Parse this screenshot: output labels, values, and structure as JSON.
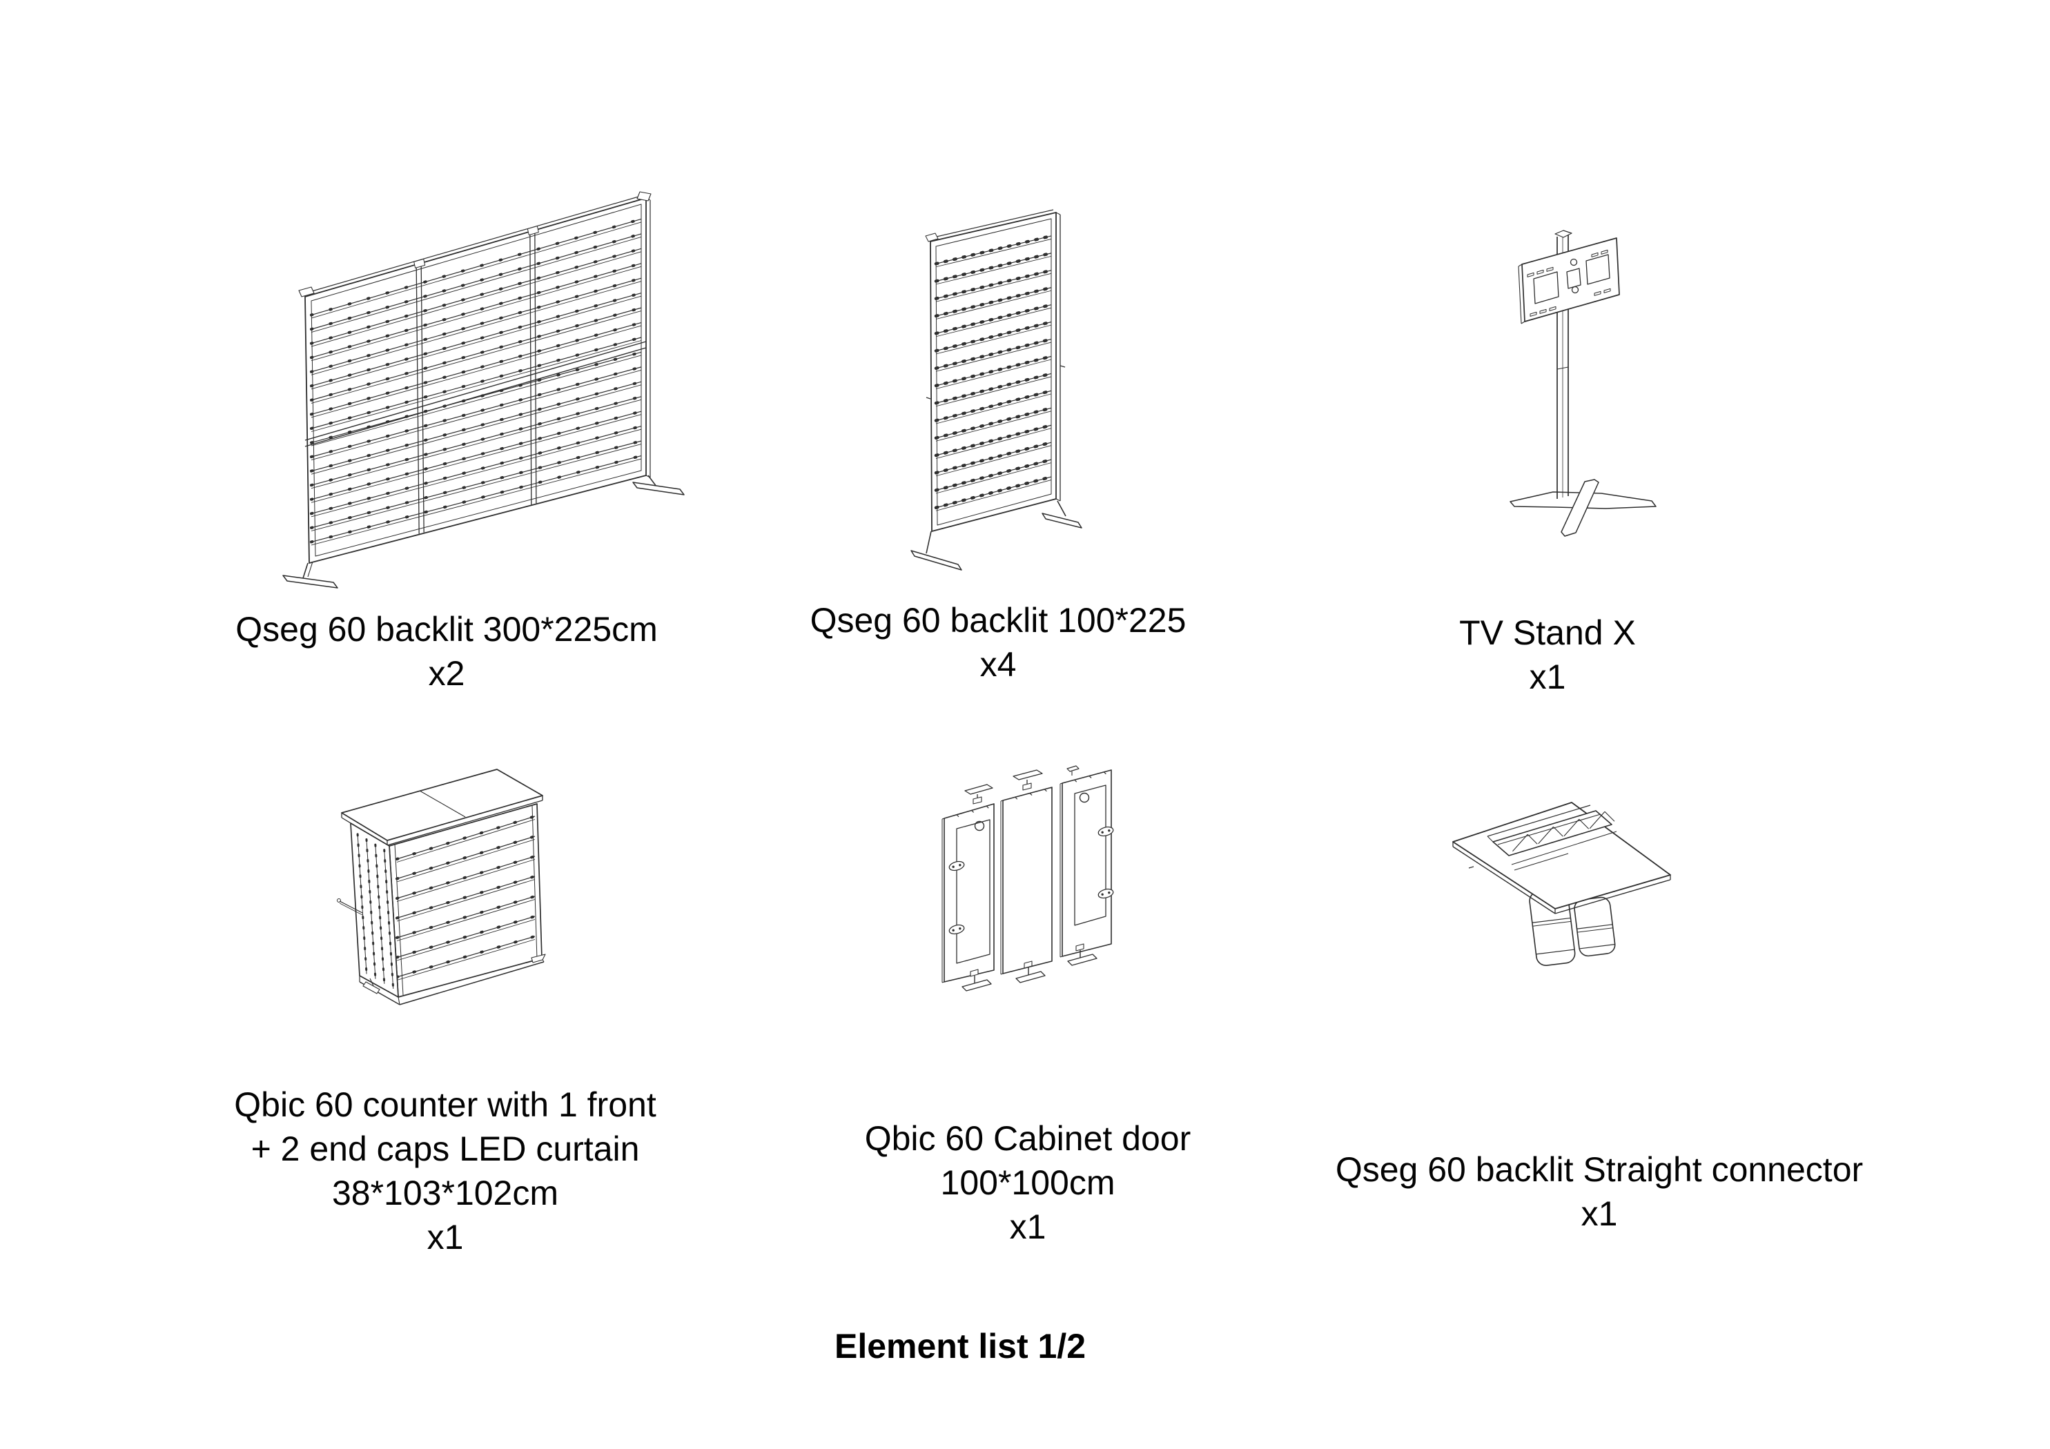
{
  "page": {
    "title": "Element list 1/2"
  },
  "items": [
    {
      "id": "qseg-300x225",
      "lines": [
        "Qseg 60 backlit 300*225cm"
      ],
      "qty": "x2"
    },
    {
      "id": "qseg-100x225",
      "lines": [
        "Qseg 60 backlit 100*225"
      ],
      "qty": "x4"
    },
    {
      "id": "tv-stand-x",
      "lines": [
        "TV Stand X"
      ],
      "qty": "x1"
    },
    {
      "id": "qbic-counter",
      "lines": [
        "Qbic 60 counter with 1 front",
        "+ 2 end caps LED curtain",
        "38*103*102cm"
      ],
      "qty": "x1"
    },
    {
      "id": "qbic-cabinet-door",
      "lines": [
        "Qbic 60 Cabinet door",
        "100*100cm"
      ],
      "qty": "x1"
    },
    {
      "id": "qseg-straight-connector",
      "lines": [
        "Qseg 60 backlit Straight connector"
      ],
      "qty": "x1"
    }
  ]
}
